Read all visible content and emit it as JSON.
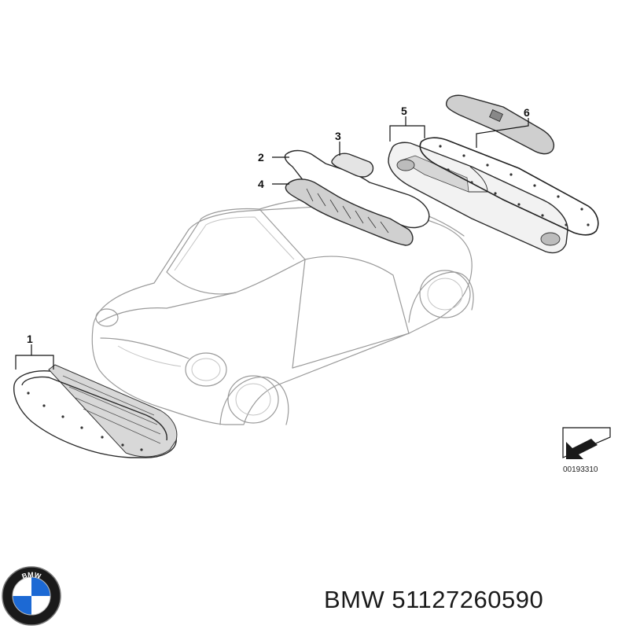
{
  "callouts": {
    "c1": "1",
    "c2": "2",
    "c3": "3",
    "c4": "4",
    "c5": "5",
    "c6": "6"
  },
  "ref_code": "00193310",
  "caption": "BMW 51127260590",
  "logo": {
    "text": "BMW",
    "ring_color": "#1a1a1a",
    "blue": "#1c69d4",
    "white": "#ffffff"
  }
}
